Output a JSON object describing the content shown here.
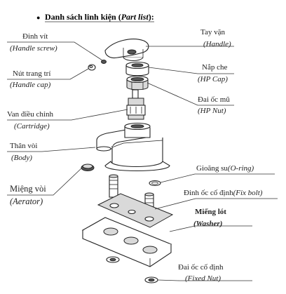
{
  "header": {
    "bullet": "●",
    "title_prefix": "Danh sách linh kiện (",
    "title_en": "Part list",
    "title_suffix": "):"
  },
  "labels": {
    "handle_screw": {
      "vn": "Đinh vít",
      "en": "(Handle screw)"
    },
    "handle_cap": {
      "vn": "Nút trang trí",
      "en": "(Handle cap)"
    },
    "cartridge": {
      "vn": "Van điều chỉnh",
      "en": "(Cartridge)"
    },
    "body": {
      "vn": "Thân vòi",
      "en": "(Body)"
    },
    "aerator": {
      "vn": "Miệng vòi",
      "en": "(Aerator)"
    },
    "handle": {
      "vn": "Tay vặn",
      "en": "(Handle)"
    },
    "hp_cap": {
      "vn": "Nắp che",
      "en": "(HP Cap)"
    },
    "hp_nut": {
      "vn": "Đai ốc mũ",
      "en": "(HP Nut)"
    },
    "o_ring": {
      "vn": "Gioăng su",
      "en": "(O-ring)"
    },
    "fix_bolt": {
      "vn": "Đinh ốc cố định",
      "en": "(Fix bolt)"
    },
    "washer": {
      "vn": "Miếng lót",
      "en": "(Washer)"
    },
    "fixed_nut": {
      "vn": "Đai ốc cố định",
      "en": "(Fixed Nut)"
    }
  },
  "colors": {
    "line": "#333333",
    "part_fill": "#ffffff",
    "part_shade": "#d9d9d9"
  }
}
